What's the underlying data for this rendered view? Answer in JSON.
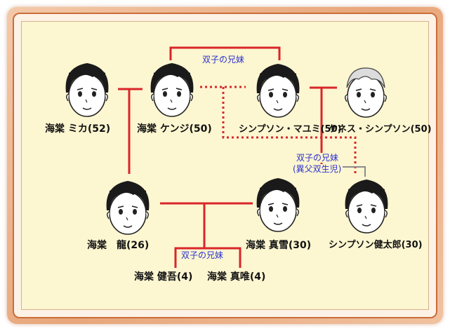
{
  "people": {
    "mika": "海棠 ミカ(52)",
    "kenji": "海棠 ケンジ(50)",
    "mayumi": "シンプソン・マユミ(50)",
    "kenneth": "ケネス・シンプソン(50)",
    "ryu": "海棠　龍(26)",
    "mayuki": "海棠 真雪(30)",
    "kentaro": "シンプソン健太郎(30)",
    "kengo": "海棠 健吾(4)",
    "mayui": "海棠 真唯(4)"
  },
  "notes": {
    "twins_top": "双子の兄妹",
    "twins_mid_1": "双子の兄妹",
    "twins_mid_2": "(異父双生児)",
    "twins_bottom": "双子の兄妹"
  },
  "colors": {
    "line_red": "#d9262a",
    "line_gray": "#8c8c8c",
    "note_blue": "#2a2fd0",
    "panel_bg": "#fcf6d1",
    "frame_brown": "#c96d3a"
  },
  "icons": [
    "face-mika-icon",
    "face-kenji-icon",
    "face-mayumi-icon",
    "face-kenneth-icon",
    "face-ryu-icon",
    "face-mayuki-icon",
    "face-kentaro-icon"
  ]
}
